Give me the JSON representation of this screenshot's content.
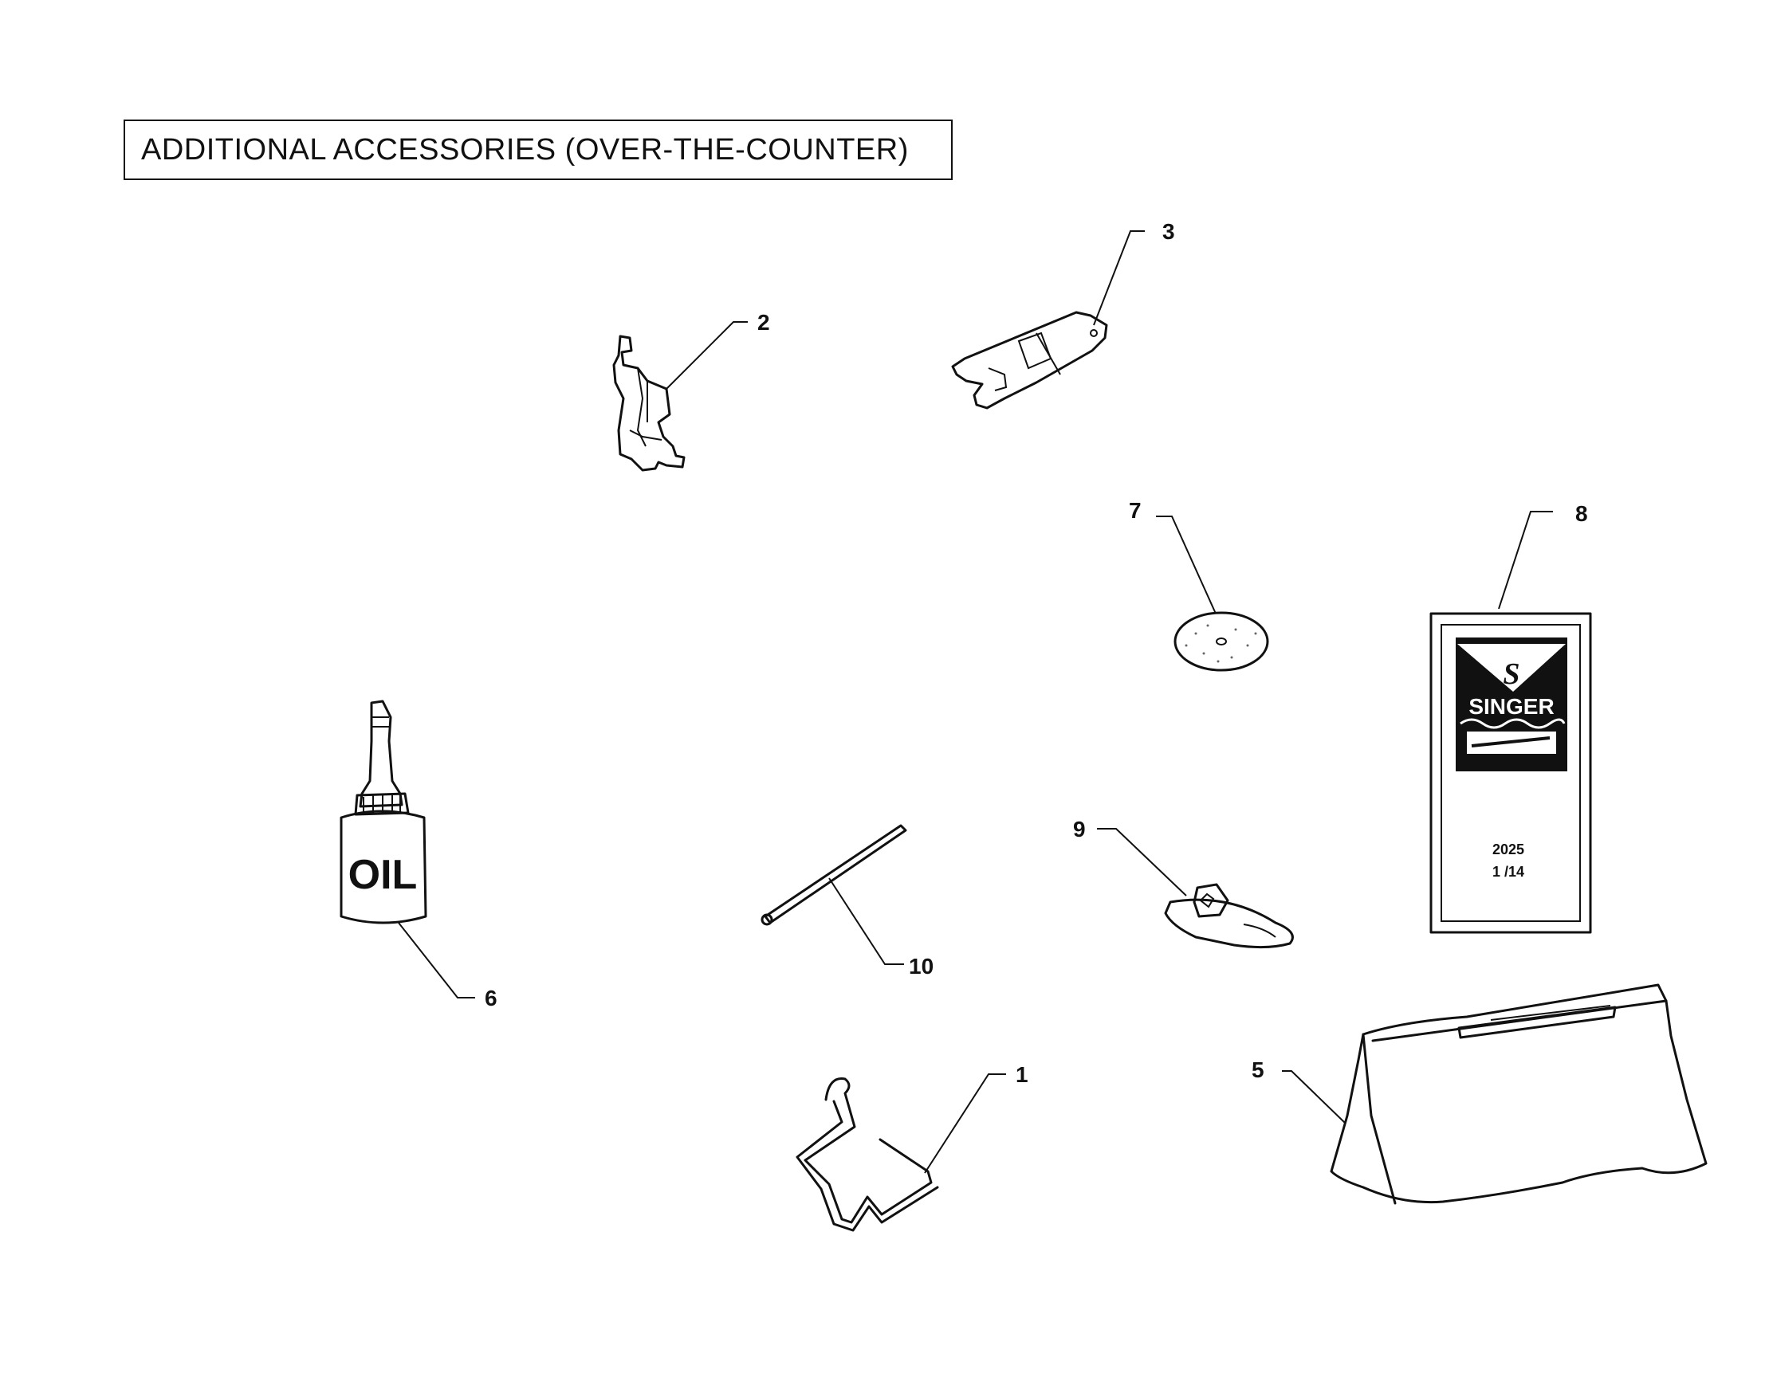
{
  "title": "ADDITIONAL ACCESSORIES (OVER-THE-COUNTER)",
  "callouts": [
    {
      "id": "1",
      "label": "1",
      "icon": "thread-guide-wire-icon"
    },
    {
      "id": "2",
      "label": "2",
      "icon": "presser-foot-shank-icon"
    },
    {
      "id": "3",
      "label": "3",
      "icon": "needle-plate-icon"
    },
    {
      "id": "5",
      "label": "5",
      "icon": "machine-cover-icon"
    },
    {
      "id": "6",
      "label": "6",
      "icon": "oil-bottle-icon"
    },
    {
      "id": "7",
      "label": "7",
      "icon": "spool-felt-disc-icon"
    },
    {
      "id": "8",
      "label": "8",
      "icon": "needle-pack-icon"
    },
    {
      "id": "9",
      "label": "9",
      "icon": "zipper-foot-icon"
    },
    {
      "id": "10",
      "label": "10",
      "icon": "spool-pin-icon"
    }
  ],
  "oil_bottle_text": "OIL",
  "needle_pack": {
    "logo_letter": "S",
    "brand": "SINGER",
    "model": "2025",
    "size": "1 /14"
  }
}
